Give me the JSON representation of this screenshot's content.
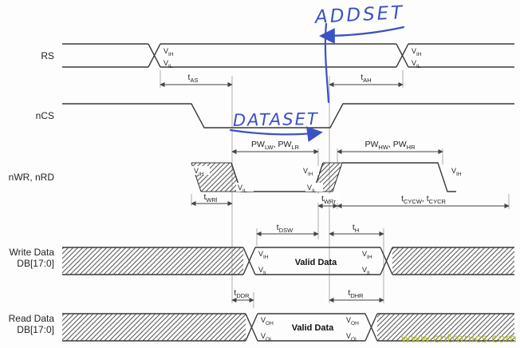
{
  "colors": {
    "signal": "#3a3a3a",
    "dim": "#444444",
    "guide": "#999999",
    "annotation": "#3b52c4",
    "watermark": "#b3bb35",
    "background": "#fdfdfd"
  },
  "signals": [
    {
      "label": "RS"
    },
    {
      "label": "nCS"
    },
    {
      "label": "nWR, nRD"
    },
    {
      "label": "Write Data",
      "label2": "DB[17:0]",
      "valid": "Valid Data"
    },
    {
      "label": "Read Data",
      "label2": "DB[17:0]",
      "valid": "Valid Data"
    }
  ],
  "levels": {
    "vih": [
      {
        "t": "V"
      },
      {
        "t": "IH",
        "sub": true
      }
    ],
    "vil": [
      {
        "t": "V"
      },
      {
        "t": "IL",
        "sub": true
      }
    ],
    "voh": [
      {
        "t": "V"
      },
      {
        "t": "OH",
        "sub": true
      }
    ],
    "vol": [
      {
        "t": "V"
      },
      {
        "t": "OL",
        "sub": true
      }
    ]
  },
  "params": {
    "tas": [
      {
        "t": "t"
      },
      {
        "t": "AS",
        "sub": true
      }
    ],
    "tah": [
      {
        "t": "t"
      },
      {
        "t": "AH",
        "sub": true
      }
    ],
    "pwl": [
      {
        "t": "PW"
      },
      {
        "t": "LW",
        "sub": true
      },
      {
        "t": ", PW"
      },
      {
        "t": "LR",
        "sub": true
      }
    ],
    "pwh": [
      {
        "t": "PW"
      },
      {
        "t": "HW",
        "sub": true
      },
      {
        "t": ", PW"
      },
      {
        "t": "HR",
        "sub": true
      }
    ],
    "twrl": [
      {
        "t": "t"
      },
      {
        "t": "WRl",
        "sub": true
      }
    ],
    "twrr": [
      {
        "t": "t"
      },
      {
        "t": "WRr",
        "sub": true
      }
    ],
    "tcyc": [
      {
        "t": "t"
      },
      {
        "t": "CYCW",
        "sub": true
      },
      {
        "t": ", t"
      },
      {
        "t": "CYCR",
        "sub": true
      }
    ],
    "tdsw": [
      {
        "t": "t"
      },
      {
        "t": "DSW",
        "sub": true
      }
    ],
    "th": [
      {
        "t": "t"
      },
      {
        "t": "H",
        "sub": true
      }
    ],
    "tddr": [
      {
        "t": "t"
      },
      {
        "t": "DDR",
        "sub": true
      }
    ],
    "tdhr": [
      {
        "t": "t"
      },
      {
        "t": "DHR",
        "sub": true
      }
    ]
  },
  "annotations": {
    "addset": "ADDSET",
    "dataset": "DATASET"
  },
  "watermark": "www.cntronics.com"
}
